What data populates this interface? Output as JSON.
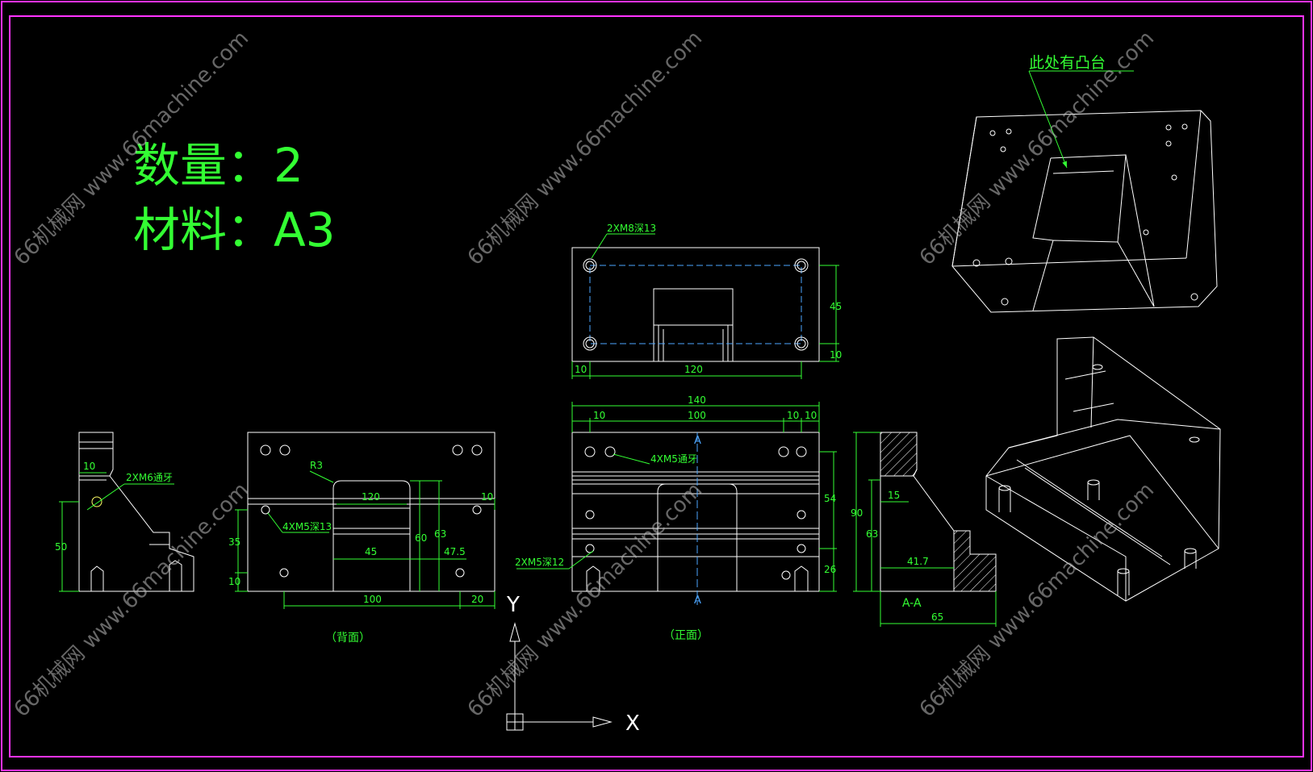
{
  "title_block": {
    "quantity": "数量：2",
    "material": "材料：A3"
  },
  "annotations": {
    "boss_note": "此处有凸台",
    "top_holes": "2XM8深13",
    "side_holes": "2XM6通牙",
    "back_holes": "4XM5深13",
    "front_holes": "4XM5通牙",
    "front_bottom_holes": "2XM5深12",
    "radius": "R3",
    "section_label": "A",
    "section_title": "A-A"
  },
  "view_labels": {
    "back": "（背面）",
    "front": "（正面）"
  },
  "ucs": {
    "x": "X",
    "y": "Y"
  },
  "watermark": "66机械网 www.66machine.com",
  "dimensions": {
    "top_view": {
      "d45": "45",
      "d10r": "10",
      "d10b": "10",
      "d120": "120"
    },
    "front_view": {
      "d140": "140",
      "d10a": "10",
      "d100": "100",
      "d10b": "10",
      "d10c": "10",
      "d54": "54",
      "d26": "26"
    },
    "back_view": {
      "d120": "120",
      "d45": "45",
      "d47_5": "47.5",
      "d60": "60",
      "d63": "63",
      "d35": "35",
      "d10": "10",
      "d10r": "10",
      "d100": "100",
      "d20": "20"
    },
    "side_view": {
      "d10": "10",
      "d50": "50"
    },
    "section_view": {
      "d90": "90",
      "d63": "63",
      "d15": "15",
      "d41_7": "41.7",
      "d65": "65"
    }
  },
  "colors": {
    "frame": "#ff33ff",
    "lines": "#ffffff",
    "dims": "#33ff33",
    "center": "#4da6ff",
    "hatch": "#ffffff"
  }
}
